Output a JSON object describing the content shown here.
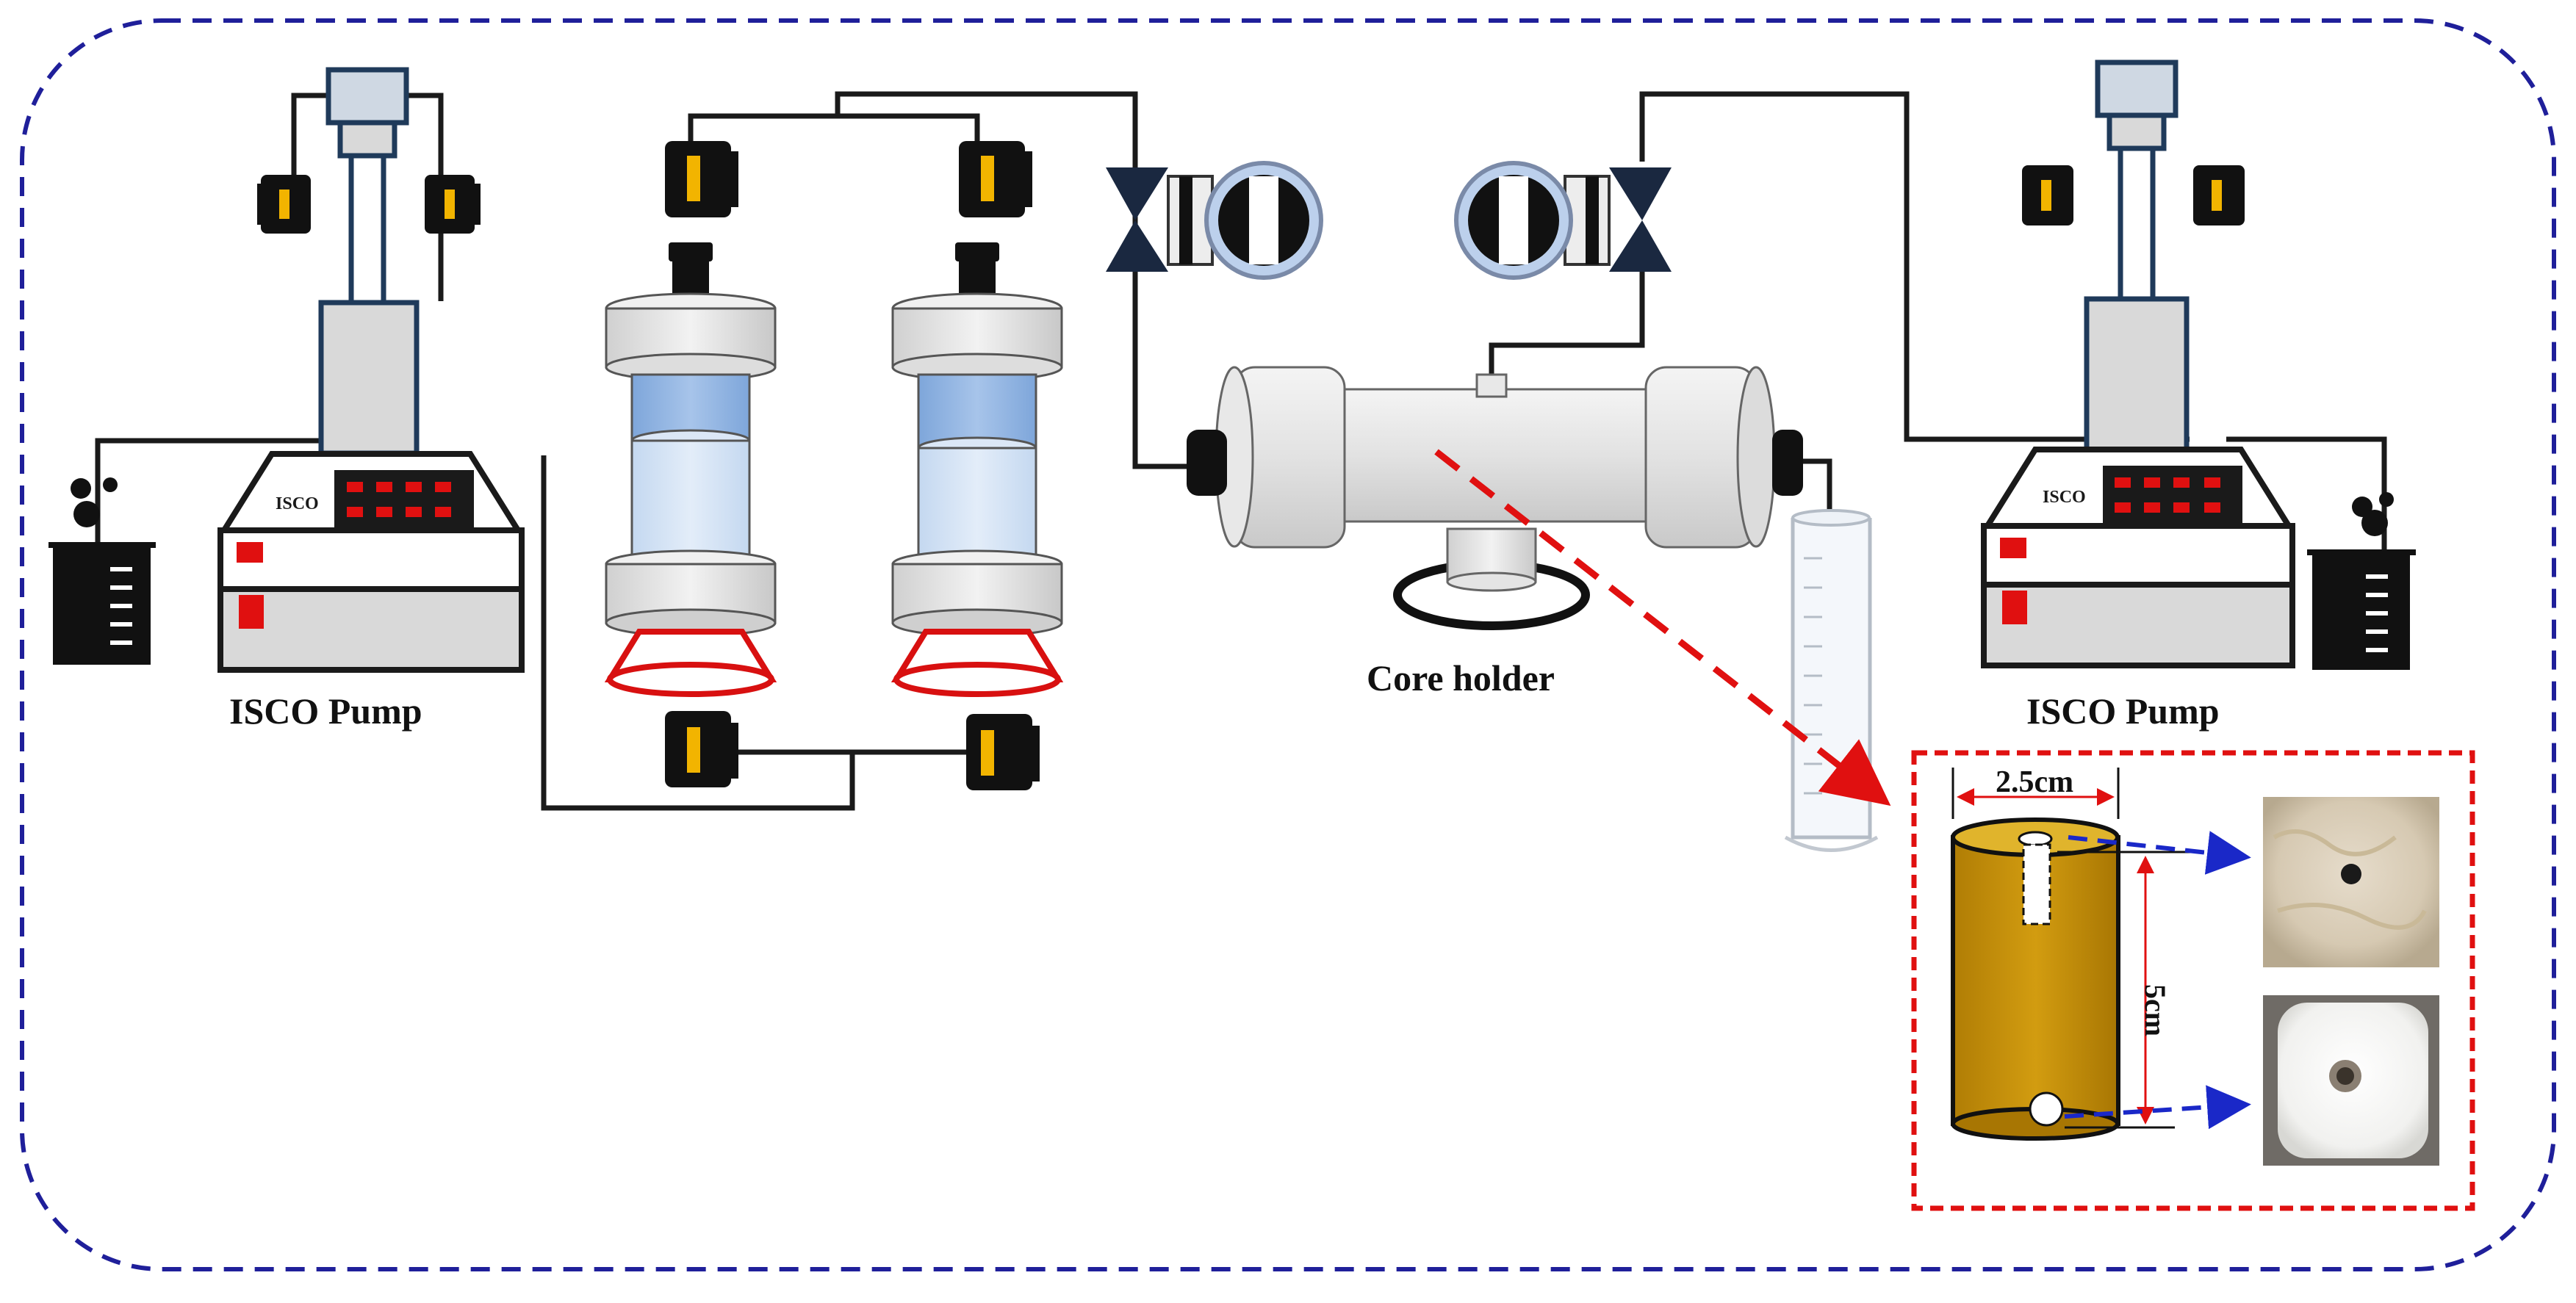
{
  "labels": {
    "left_pump": "ISCO Pump",
    "right_pump": "ISCO Pump",
    "pump_brand_left": "ISCO",
    "pump_brand_right": "ISCO",
    "core_holder": "Core holder",
    "core_diameter": "2.5cm",
    "core_length": "5cm"
  },
  "colors": {
    "border_dashed": "#1f1f9a",
    "pipe": "#1a1a1a",
    "pump_frame": "#1f3a5a",
    "pump_body": "#d9d9d9",
    "pump_display": "#1a1a1a",
    "pump_led": "#e01010",
    "valve_body": "#111111",
    "valve_accent": "#f2b400",
    "accumulator_cap": "#e6e6e6",
    "accumulator_fluid_top": "#8fb4e3",
    "accumulator_fluid_bottom": "#cfe0f2",
    "heater_red": "#d81010",
    "core_gold": "#c8930a",
    "inset_border": "#e01010",
    "arrow_red": "#e01010",
    "arrow_blue": "#1a28c8"
  },
  "icons": {
    "beaker": "beaker-icon",
    "valve": "needle-valve-icon",
    "gauge": "pressure-gauge-icon",
    "cylinder": "graduated-cylinder-icon"
  }
}
